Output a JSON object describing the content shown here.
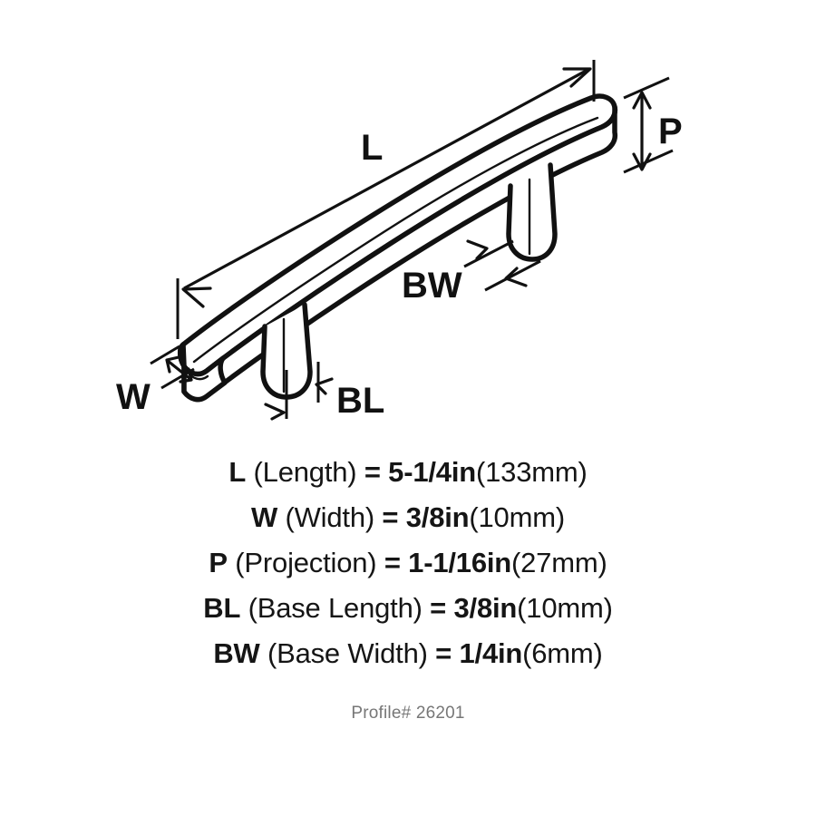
{
  "diagram": {
    "title": "Cabinet pull dimension diagram",
    "labels": {
      "length": "L",
      "width": "W",
      "projection": "P",
      "base_length": "BL",
      "base_width": "BW"
    }
  },
  "specs": [
    {
      "symbol": "L",
      "name": " (Length) ",
      "equals": "= ",
      "value": "5-1/4in",
      "metric": "(133mm)"
    },
    {
      "symbol": "W",
      "name": " (Width) ",
      "equals": "= ",
      "value": "3/8in",
      "metric": "(10mm)"
    },
    {
      "symbol": "P",
      "name": " (Projection) ",
      "equals": "= ",
      "value": "1-1/16in",
      "metric": "(27mm)"
    },
    {
      "symbol": "BL",
      "name": " (Base Length) ",
      "equals": "= ",
      "value": "3/8in",
      "metric": "(10mm)"
    },
    {
      "symbol": "BW",
      "name": " (Base Width) ",
      "equals": "= ",
      "value": "1/4in",
      "metric": "(6mm)"
    }
  ],
  "profile": {
    "text": "Profile# 26201"
  },
  "colors": {
    "ink": "#111111",
    "background": "#ffffff",
    "muted": "#777777"
  }
}
